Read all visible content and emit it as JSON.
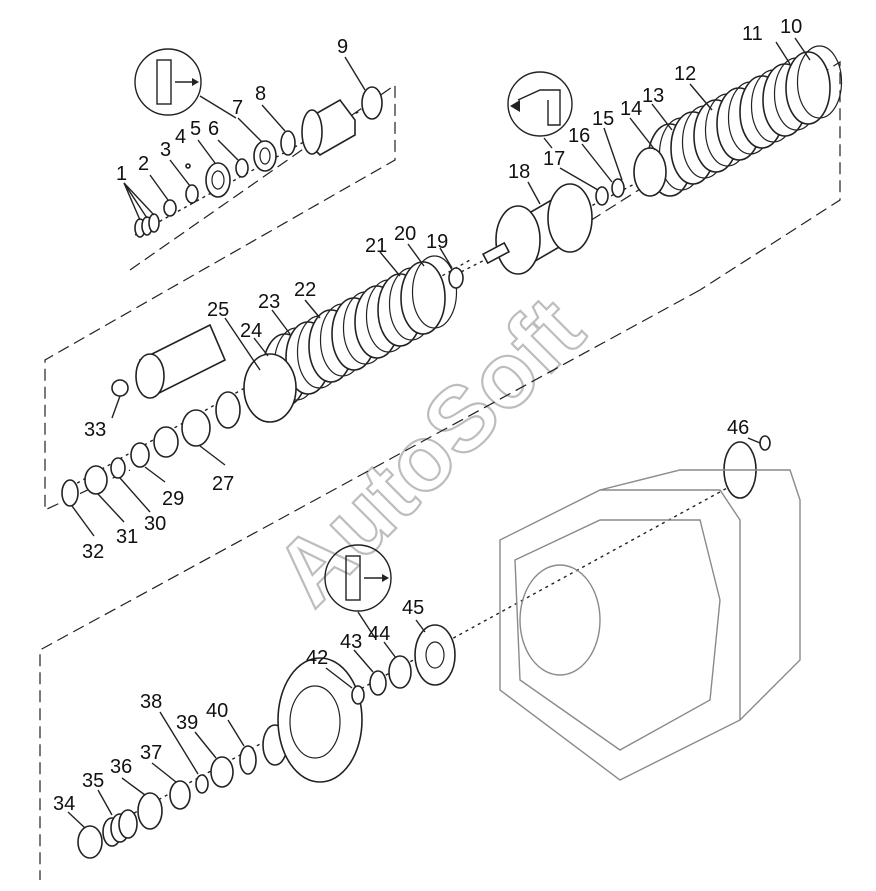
{
  "watermark": "AutoSoft",
  "callouts": [
    "1",
    "2",
    "3",
    "4",
    "5",
    "6",
    "7",
    "8",
    "9",
    "10",
    "11",
    "12",
    "13",
    "14",
    "15",
    "16",
    "17",
    "18",
    "19",
    "20",
    "21",
    "22",
    "23",
    "24",
    "25",
    "27",
    "29",
    "30",
    "31",
    "32",
    "33",
    "34",
    "35",
    "36",
    "37",
    "38",
    "39",
    "40",
    "42",
    "43",
    "44",
    "45",
    "46"
  ]
}
